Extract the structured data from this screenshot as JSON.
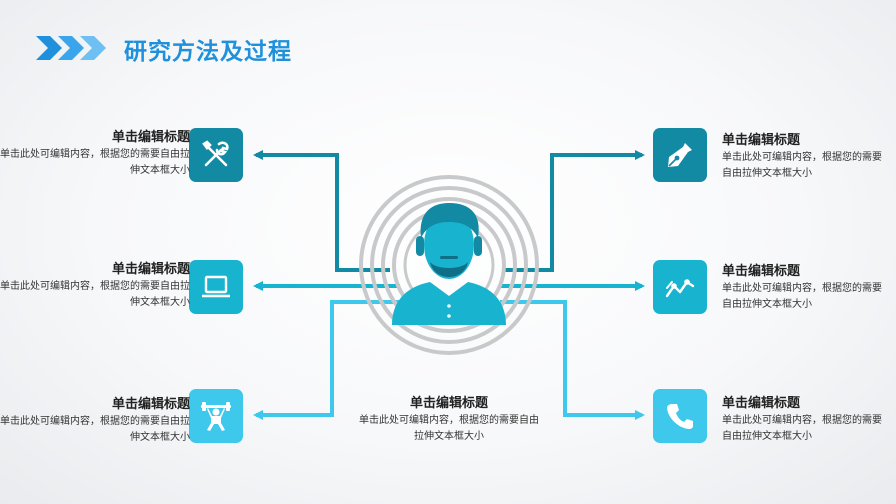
{
  "header": {
    "title": "研究方法及过程"
  },
  "items": [
    {
      "title": "单击编辑标题",
      "body": "单击此处可编辑内容，根据您的需要自由拉伸文本框大小",
      "icon": "tools-icon",
      "color": "#138aa3"
    },
    {
      "title": "单击编辑标题",
      "body": "单击此处可编辑内容，根据您的需要自由拉伸文本框大小",
      "icon": "laptop-icon",
      "color": "#18b3cf"
    },
    {
      "title": "单击编辑标题",
      "body": "单击此处可编辑内容，根据您的需要自由拉伸文本框大小",
      "icon": "weightlifting-icon",
      "color": "#3ec9ec"
    },
    {
      "title": "单击编辑标题",
      "body": "单击此处可编辑内容，根据您的需要自由拉伸文本框大小",
      "icon": "pen-nib-icon",
      "color": "#138aa3"
    },
    {
      "title": "单击编辑标题",
      "body": "单击此处可编辑内容，根据您的需要自由拉伸文本框大小",
      "icon": "line-chart-icon",
      "color": "#18b3cf"
    },
    {
      "title": "单击编辑标题",
      "body": "单击此处可编辑内容，根据您的需要自由拉伸文本框大小",
      "icon": "phone-icon",
      "color": "#3ec9ec"
    }
  ],
  "center": {
    "title": "单击编辑标题",
    "body": "单击此处可编辑内容，根据您的需要自由拉伸文本框大小",
    "icon": "person-headset-icon",
    "color": "#18b3cf"
  },
  "colors": {
    "dark": "#138aa3",
    "mid": "#18b3cf",
    "light": "#3ec9ec",
    "title": "#1e90dc"
  }
}
